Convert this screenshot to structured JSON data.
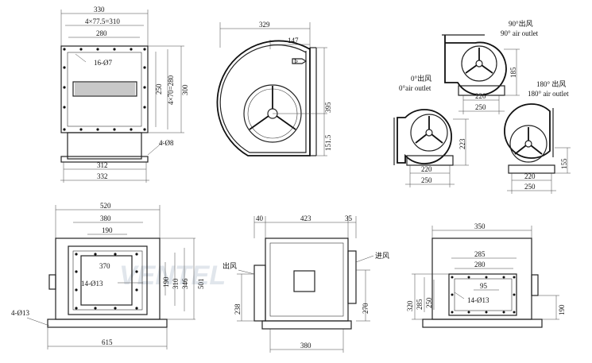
{
  "watermark": "VENTEL",
  "front_view": {
    "dims": [
      "330",
      "4×77.5=310",
      "280",
      "16-Ø7",
      "250",
      "4×70=280",
      "300",
      "4-Ø8",
      "312",
      "332"
    ]
  },
  "side_view": {
    "dims": [
      "329",
      "147",
      "395",
      "151.5"
    ]
  },
  "outlets": {
    "deg90": {
      "label_cn": "90°出风",
      "label_en": "90° air outlet",
      "dims": [
        "185",
        "220",
        "250"
      ]
    },
    "deg0": {
      "label_cn": "0°出风",
      "label_en": "0°air outlet",
      "dims": [
        "223",
        "220",
        "250"
      ]
    },
    "deg180": {
      "label_cn": "180° 出风",
      "label_en": "180° air outlet",
      "dims": [
        "155",
        "220",
        "250"
      ]
    }
  },
  "bottom_left": {
    "dims": [
      "520",
      "380",
      "190",
      "370",
      "14-Ø13",
      "190",
      "310",
      "346",
      "501",
      "4-Ø13",
      "615"
    ]
  },
  "bottom_middle": {
    "dims": [
      "40",
      "423",
      "35",
      "进风",
      "出风",
      "238",
      "270",
      "380"
    ]
  },
  "bottom_right": {
    "dims": [
      "350",
      "285",
      "280",
      "95",
      "14-Ø13",
      "320",
      "285",
      "250",
      "190"
    ]
  }
}
